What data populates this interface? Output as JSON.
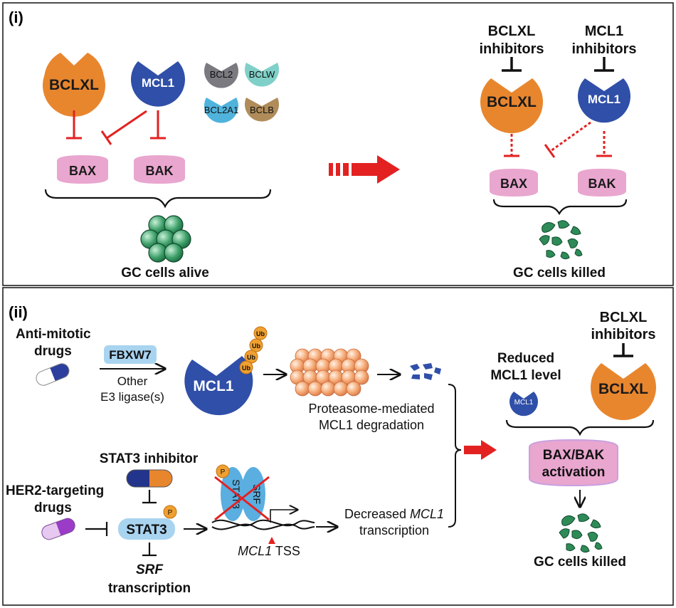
{
  "panel_i": {
    "label": "(i)",
    "left": {
      "bclxl": "BCLXL",
      "mcl1": "MCL1",
      "bcl2": "BCL2",
      "bclw": "BCLW",
      "bcl2a1": "BCL2A1",
      "bclb": "BCLB",
      "bax": "BAX",
      "bak": "BAK",
      "outcome": "GC cells alive"
    },
    "right": {
      "bclxl_inhib_line1": "BCLXL",
      "bclxl_inhib_line2": "inhibitors",
      "mcl1_inhib_line1": "MCL1",
      "mcl1_inhib_line2": "inhibitors",
      "bclxl": "BCLXL",
      "mcl1": "MCL1",
      "bax": "BAX",
      "bak": "BAK",
      "outcome": "GC cells killed"
    }
  },
  "panel_ii": {
    "label": "(ii)",
    "antimitotic_line1": "Anti-mitotic",
    "antimitotic_line2": "drugs",
    "fbxw7": "FBXW7",
    "other_line1": "Other",
    "other_line2": "E3 ligase(s)",
    "mcl1": "MCL1",
    "ub": "Ub",
    "proteasome_line1": "Proteasome-mediated",
    "proteasome_line2": "MCL1 degradation",
    "stat3_inhibitor": "STAT3 inhibitor",
    "her2_line1": "HER2-targeting",
    "her2_line2": "drugs",
    "stat3": "STAT3",
    "p": "P",
    "srf_italic": "SRF",
    "srf_transcription": "transcription",
    "complex_stat3": "STAT3",
    "complex_srf": "SRF",
    "tss_gene": "MCL1",
    "tss_suffix": " TSS",
    "decreased_prefix": "Decreased ",
    "decreased_gene": "MCL1",
    "decreased_line2": "transcription",
    "reduced_line1": "Reduced",
    "reduced_line2": "MCL1 level",
    "small_mcl1": "MCL1",
    "bclxl_inhib_line1": "BCLXL",
    "bclxl_inhib_line2": "inhibitors",
    "bclxl": "BCLXL",
    "baxbak_line1": "BAX/BAK",
    "baxbak_line2": "activation",
    "outcome": "GC cells killed"
  },
  "colors": {
    "bclxl": "#e8862e",
    "mcl1": "#2f4fa8",
    "bax_bak": "#e9a6cf",
    "inhibit_red": "#e32121",
    "bcl2": "#7a7a80",
    "bclw": "#7fd0c8",
    "bcl2a1": "#4fb3dc",
    "bclb": "#b08c5a",
    "cell_green": "#2e8b57",
    "proteasome": "#f0a070",
    "ub": "#f0a030",
    "stat3": "#a8d4f0"
  }
}
